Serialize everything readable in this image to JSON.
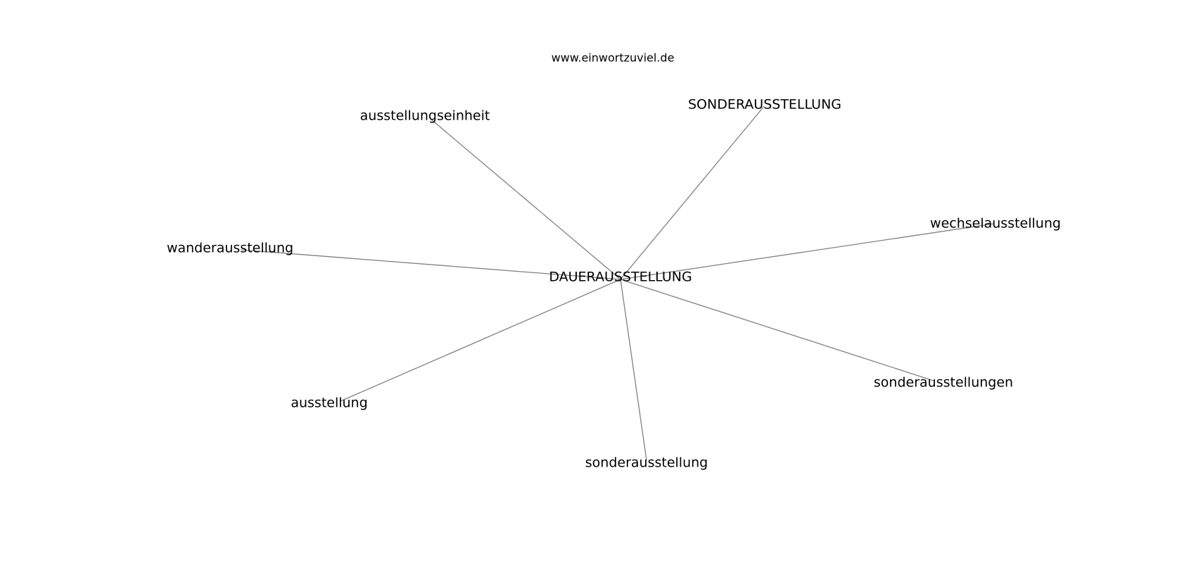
{
  "watermark": "www.einwortzuviel.de",
  "center_node": "DAUERAUSSTELLUNG",
  "nodes": [
    "ausstellungseinheit",
    "SONDERAUSSTELLUNG",
    "wechselausstellung",
    "wanderausstellung",
    "sonderausstellungen",
    "ausstellung",
    "sonderausstellung"
  ],
  "colors": {
    "edge": "#808080",
    "text": "#000000",
    "background": "#ffffff"
  }
}
